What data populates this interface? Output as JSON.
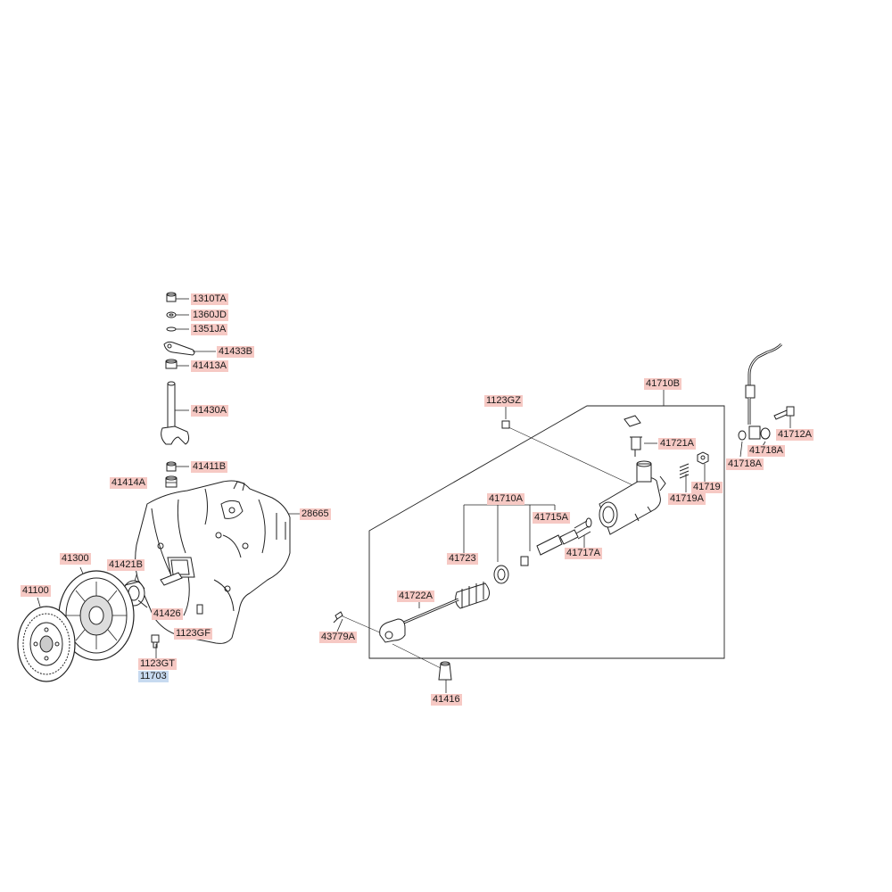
{
  "diagram": {
    "labels": [
      {
        "id": "p1310TA",
        "text": "1310TA"
      },
      {
        "id": "p1360JD",
        "text": "1360JD"
      },
      {
        "id": "p1351JA",
        "text": "1351JA"
      },
      {
        "id": "p41433B",
        "text": "41433B"
      },
      {
        "id": "p41413A",
        "text": "41413A"
      },
      {
        "id": "p41430A",
        "text": "41430A"
      },
      {
        "id": "p41411B",
        "text": "41411B"
      },
      {
        "id": "p41414A",
        "text": "41414A"
      },
      {
        "id": "p28665",
        "text": "28665"
      },
      {
        "id": "p41300",
        "text": "41300"
      },
      {
        "id": "p41421B",
        "text": "41421B"
      },
      {
        "id": "p41100",
        "text": "41100"
      },
      {
        "id": "p41426",
        "text": "41426"
      },
      {
        "id": "p1123GF",
        "text": "1123GF"
      },
      {
        "id": "p1123GT",
        "text": "1123GT"
      },
      {
        "id": "p11703",
        "text": "11703"
      },
      {
        "id": "p41710B",
        "text": "41710B"
      },
      {
        "id": "p1123GZ",
        "text": "1123GZ"
      },
      {
        "id": "p41721A",
        "text": "41721A"
      },
      {
        "id": "p41719",
        "text": "41719"
      },
      {
        "id": "p41719A",
        "text": "41719A"
      },
      {
        "id": "p41712A",
        "text": "41712A"
      },
      {
        "id": "p41718A_a",
        "text": "41718A"
      },
      {
        "id": "p41718A_b",
        "text": "41718A"
      },
      {
        "id": "p41710A",
        "text": "41710A"
      },
      {
        "id": "p41715A",
        "text": "41715A"
      },
      {
        "id": "p41723",
        "text": "41723"
      },
      {
        "id": "p41717A",
        "text": "41717A"
      },
      {
        "id": "p41722A",
        "text": "41722A"
      },
      {
        "id": "p43779A",
        "text": "43779A"
      },
      {
        "id": "p41416",
        "text": "41416"
      }
    ]
  }
}
